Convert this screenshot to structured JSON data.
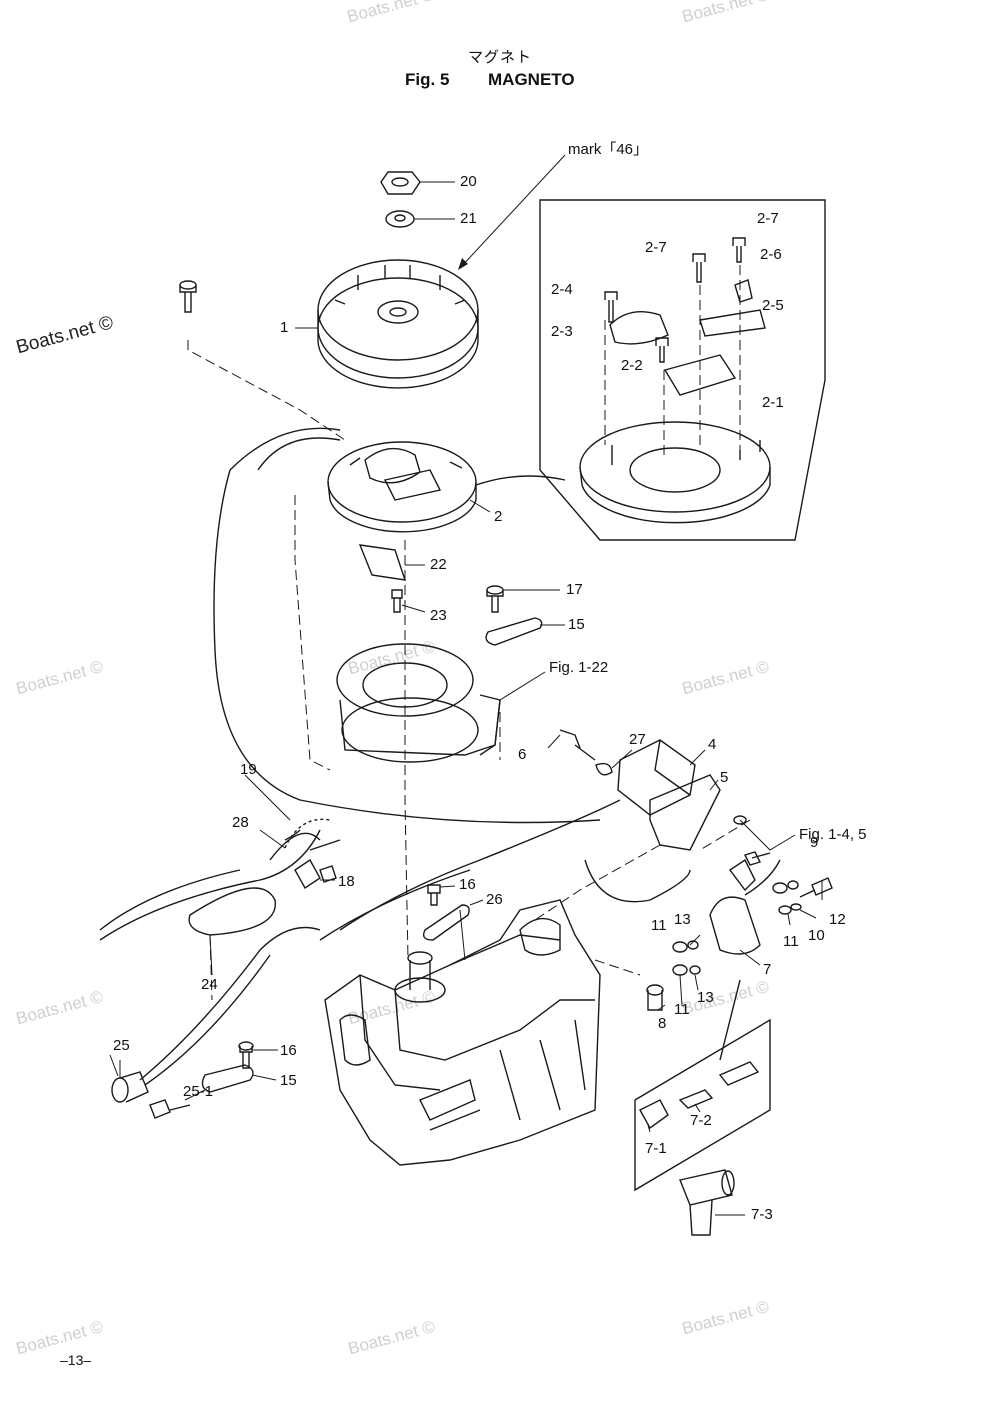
{
  "title": {
    "japanese": "マグネト",
    "figure": "Fig. 5",
    "name": "MAGNETO"
  },
  "watermark": {
    "text": "Boats.net ©",
    "highlighted": "Boats.net ©"
  },
  "callouts": {
    "mark": "mark「46」",
    "fig_1_22": "Fig. 1-22",
    "fig_1_4_5": "Fig. 1-4, 5"
  },
  "parts": {
    "p1": "1",
    "p2": "2",
    "p2_1": "2-1",
    "p2_2": "2-2",
    "p2_3": "2-3",
    "p2_4": "2-4",
    "p2_5": "2-5",
    "p2_6": "2-6",
    "p2_7a": "2-7",
    "p2_7b": "2-7",
    "p4": "4",
    "p5": "5",
    "p6": "6",
    "p7": "7",
    "p7_1": "7-1",
    "p7_2": "7-2",
    "p7_3": "7-3",
    "p8": "8",
    "p9": "9",
    "p10": "10",
    "p11a": "11",
    "p11b": "11",
    "p11c": "11",
    "p12": "12",
    "p13a": "13",
    "p13b": "13",
    "p15a": "15",
    "p15b": "15",
    "p16a": "16",
    "p16b": "16",
    "p17": "17",
    "p18": "18",
    "p19": "19",
    "p20": "20",
    "p21": "21",
    "p22": "22",
    "p23": "23",
    "p24": "24",
    "p25": "25",
    "p25_1": "25-1",
    "p26": "26",
    "p27": "27",
    "p28": "28"
  },
  "page_number": "–13–"
}
